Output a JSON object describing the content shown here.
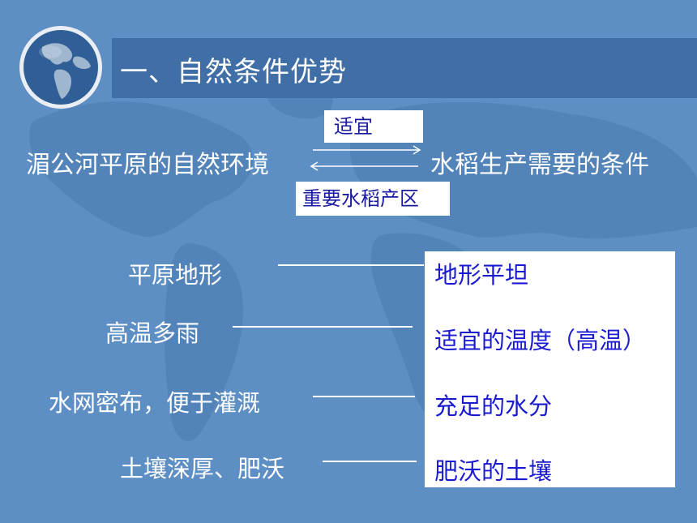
{
  "title": "一、自然条件优势",
  "relation": {
    "left": "湄公河平原的自然环境",
    "right": "水稻生产需要的条件",
    "top_label": "适宜",
    "bottom_label": "重要水稻产区"
  },
  "conditions": [
    {
      "left": "平原地形",
      "right": "地形平坦"
    },
    {
      "left": "高温多雨",
      "right": "适宜的温度（高温）"
    },
    {
      "left": "水网密布，便于灌溉",
      "right": "充足的水分"
    },
    {
      "left": "土壤深厚、肥沃",
      "right": "肥沃的土壤"
    }
  ],
  "colors": {
    "background": "#5e8fc4",
    "title_bar": "#3f6fa6",
    "answer_text": "#1a1ad0"
  }
}
